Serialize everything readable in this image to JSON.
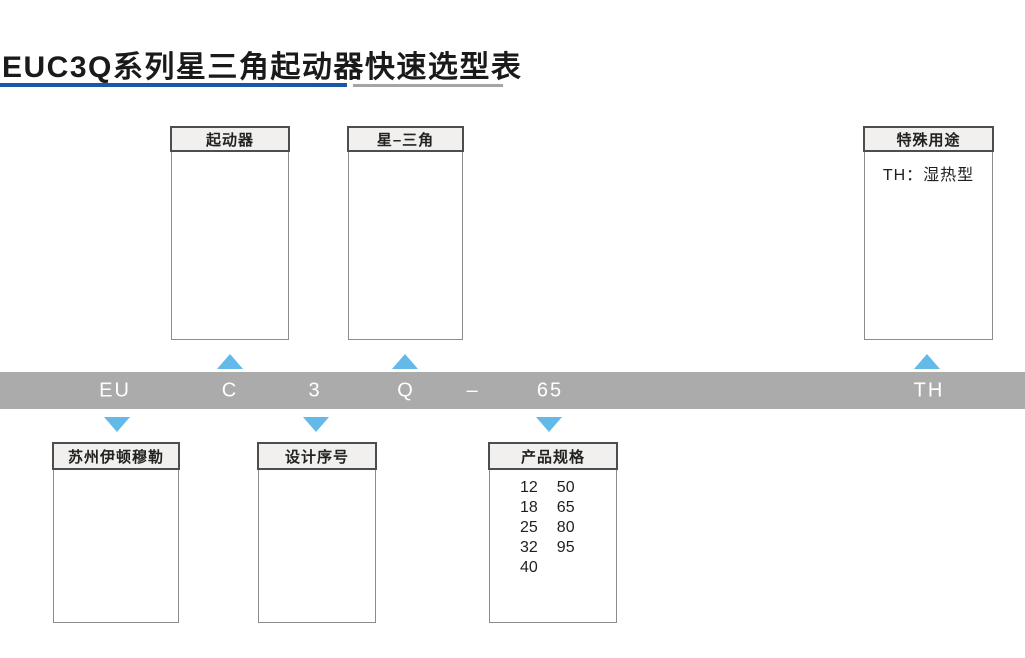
{
  "title": "EUC3Q系列星三角起动器快速选型表",
  "colors": {
    "title_underline_blue": "#1b57a7",
    "title_underline_gray": "#a5a5a5",
    "code_bar_gray": "#ababab",
    "arrow_blue": "#63b9e8",
    "box_header_fill": "#f1f0ee",
    "box_header_border": "#4d4d4d"
  },
  "code_bar": {
    "segments": [
      "EU",
      "C",
      "3",
      "Q",
      "–",
      "65",
      "TH"
    ]
  },
  "boxes": {
    "starter": {
      "title": "起动器"
    },
    "star_delta": {
      "title": "星–三角"
    },
    "special": {
      "title": "特殊用途",
      "note": "TH：湿热型"
    },
    "manufacturer": {
      "title": "苏州伊顿穆勒"
    },
    "design_serial": {
      "title": "设计序号"
    },
    "spec": {
      "title": "产品规格",
      "col1": [
        "12",
        "18",
        "25",
        "32",
        "40"
      ],
      "col2": [
        "50",
        "65",
        "80",
        "95"
      ]
    }
  }
}
